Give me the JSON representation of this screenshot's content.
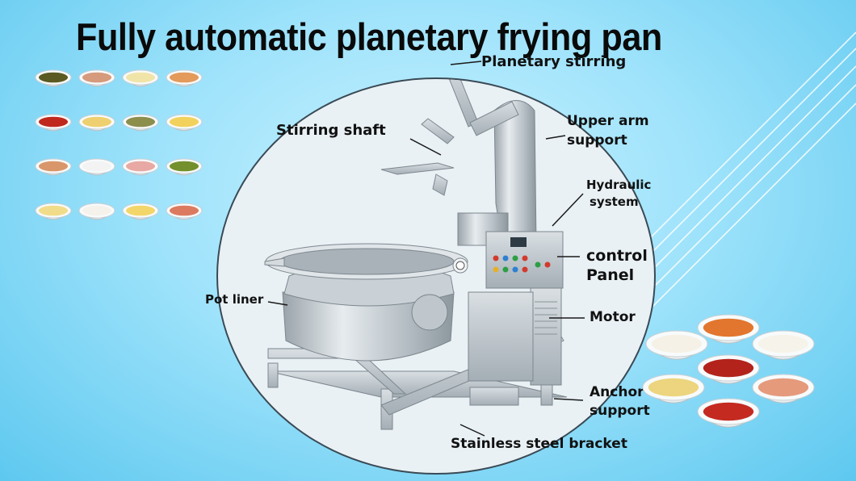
{
  "title": "Fully automatic planetary frying pan",
  "labels": {
    "planetary_stirring": "Planetary stirring",
    "stirring_shaft": "Stirring shaft",
    "upper_arm_line1": "Upper arm",
    "upper_arm_line2": "support",
    "hydraulic_line1": "Hydraulic",
    "hydraulic_line2": "system",
    "control_line1": "control",
    "control_line2": "Panel",
    "motor": "Motor",
    "pot_liner": "Pot liner",
    "anchor_line1": "Anchor",
    "anchor_line2": "support",
    "bracket": "Stainless steel bracket"
  },
  "sauce_grid_colors": [
    [
      "#5b5a22",
      "#d69a7c",
      "#f0e4a8",
      "#e39a5a"
    ],
    [
      "#c0281c",
      "#eed070",
      "#8c8e4c",
      "#f2d25c"
    ],
    [
      "#d9966a",
      "#f3f3f3",
      "#e8a9a4",
      "#74902c"
    ],
    [
      "#f1dc8a",
      "#f5f2ec",
      "#f3d66a",
      "#dc7a60"
    ]
  ],
  "cluster_sauce_colors": [
    "#f6f1e6",
    "#e2762e",
    "#f6f4ea",
    "#b3231b",
    "#ecd57e",
    "#e59a7c",
    "#c42a20"
  ],
  "colors": {
    "background": "#9fe3fb",
    "title": "#0a0a0a",
    "steel": "#c4ccd2"
  }
}
